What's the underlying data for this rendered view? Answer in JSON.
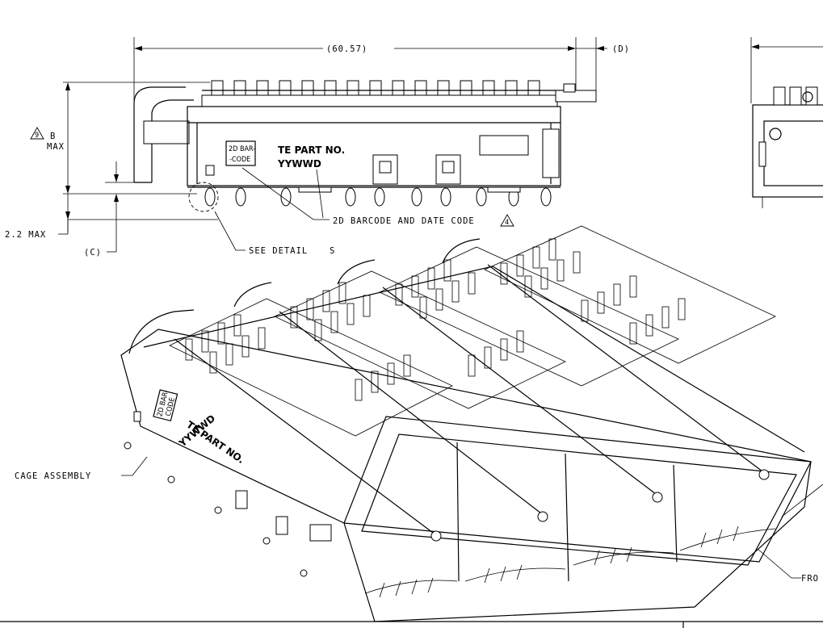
{
  "dimensions": {
    "overall_length": "(60.57)",
    "d_label": "(D)",
    "b_max_b": "B",
    "b_max_max": "MAX",
    "b_note_number": "9",
    "pin_max": "2.2 MAX",
    "c_label": "(C)"
  },
  "front_view_marking": {
    "barcode_line1": "2D BAR-",
    "barcode_line2": "-CODE",
    "part_no": "TE PART NO.",
    "date_code": "YYWWD"
  },
  "callouts": {
    "barcode_and_date": "2D BARCODE AND DATE CODE",
    "barcode_note_number": "4",
    "see_detail": "SEE DETAIL",
    "detail_letter": "S",
    "cage_assembly": "CAGE ASSEMBLY",
    "front_partial": "FRO"
  },
  "iso_view_marking": {
    "barcode_line1": "2D BAR-",
    "barcode_line2": "CODE",
    "part_no": "TE PART NO.",
    "date_code": "YYWWD"
  },
  "colors": {
    "line": "#000000",
    "background": "#ffffff"
  }
}
